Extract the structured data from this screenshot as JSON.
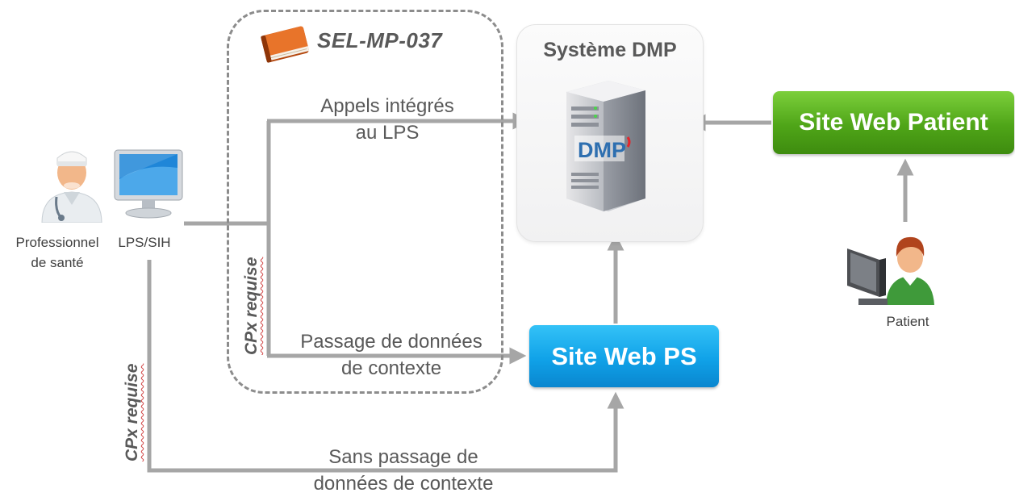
{
  "sel": {
    "title": "SEL-MP-037",
    "requirement": "CPx requise"
  },
  "dmp_system": {
    "title": "Système DMP",
    "server_logo": "DMP"
  },
  "site_web_patient": {
    "label": "Site Web Patient"
  },
  "site_web_ps": {
    "label": "Site Web PS"
  },
  "flows": {
    "appels_line1": "Appels intégrés",
    "appels_line2": "au LPS",
    "passage_line1": "Passage de données",
    "passage_line2": "de contexte",
    "sans_line1": "Sans passage de",
    "sans_line2": "données de contexte"
  },
  "outside_requirement": "CPx requise",
  "actors": {
    "professional_line1": "Professionnel",
    "professional_line2": "de santé",
    "lps": "LPS/SIH",
    "patient": "Patient"
  },
  "colors": {
    "arrow": "#a6a6a6",
    "green": "#4fa518",
    "blue": "#10a2e8",
    "text": "#595959"
  },
  "icons": [
    "book-icon",
    "doctor-icon",
    "monitor-icon",
    "server-icon",
    "patient-computer-icon"
  ]
}
